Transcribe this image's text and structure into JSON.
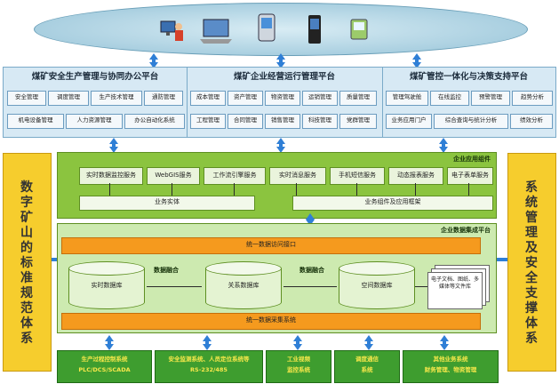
{
  "platforms": [
    {
      "title": "煤矿安全生产管理与协同办公平台",
      "row1": [
        "安全管理",
        "调度管理",
        "生产技术管理",
        "通防管理"
      ],
      "row2": [
        "机电设备管理",
        "人力资源管理",
        "办公自动化系统"
      ]
    },
    {
      "title": "煤矿企业经营运行管理平台",
      "row1": [
        "成本管理",
        "资产管理",
        "物资管理",
        "运销管理",
        "质量管理"
      ],
      "row2": [
        "工程管理",
        "合同管理",
        "销售管理",
        "科技管理",
        "党群管理"
      ]
    },
    {
      "title": "煤矿管控一体化与决策支持平台",
      "row1": [
        "管理驾驶舱",
        "在线监控",
        "预警管理",
        "趋势分析"
      ],
      "row2": [
        "业务应用门户",
        "综合查询与统计分析",
        "绩效分析"
      ]
    }
  ],
  "left_side": "数字矿山的标准规范体系",
  "right_side": "系统管理及安全支撑体系",
  "app_layer": {
    "title": "企业应用组件",
    "services": [
      "实时数据监控服务",
      "WebGIS服务",
      "工作流引擎服务",
      "实时消息服务",
      "手机短信服务",
      "动态报表服务",
      "电子表单服务"
    ],
    "entity": "业务实体",
    "framework": "业务组件及应用框架"
  },
  "integration": {
    "title": "企业数据集成平台",
    "access": "统一数据访问接口",
    "collect": "统一数据采集系统",
    "fusion": "数据融合",
    "dbs": [
      "实时数据库",
      "关系数据库",
      "空间数据库"
    ],
    "docs": "电子文档、图纸、多媒体等文件库"
  },
  "bottom": [
    {
      "l1": "生产过程控制系统",
      "l2": "PLC/DCS/SCADA"
    },
    {
      "l1": "安全监测系统、人员定位系统等",
      "l2": "RS-232/485"
    },
    {
      "l1": "工业视频",
      "l2": "监控系统"
    },
    {
      "l1": "调度通信",
      "l2": "系统"
    },
    {
      "l1": "其他业务系统",
      "l2": "财务管理、物资管理"
    }
  ],
  "colors": {
    "blue": "#2f7fd6",
    "green": "#8bc43f",
    "orange": "#f59a1e",
    "yellow": "#f6cd2d",
    "dark_green": "#3e9d2f"
  },
  "devices": [
    "user-at-computer-icon",
    "laptop-icon",
    "handheld-device-icon",
    "mobile-phone-icon",
    "pda-icon"
  ]
}
